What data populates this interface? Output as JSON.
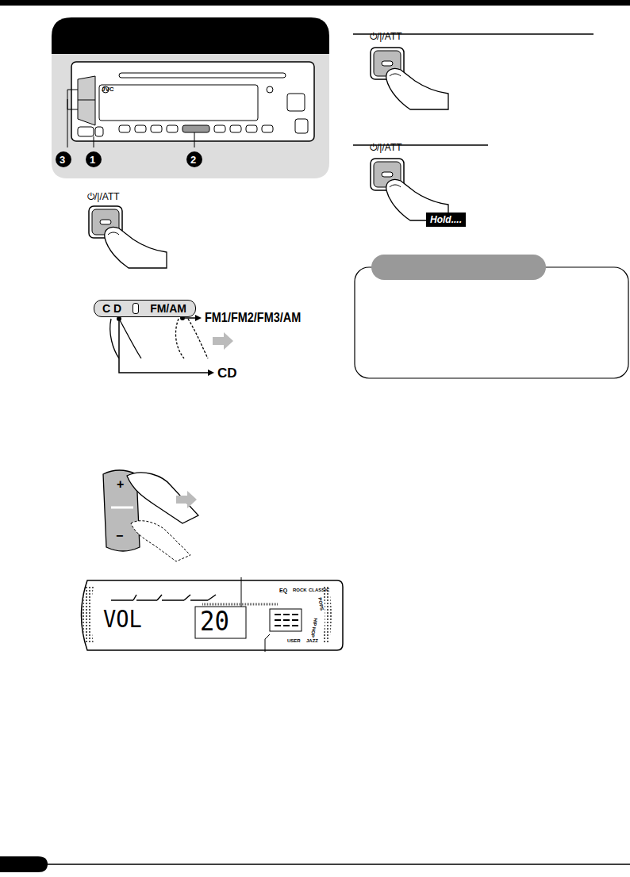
{
  "diagram": {
    "nodes": [
      {
        "text": [
          "C D",
          "FM/AM"
        ]
      },
      {
        "text": [
          "Hold...."
        ]
      }
    ],
    "labels": [
      "3",
      "1",
      "2",
      "JVC",
      "⏻/|/ATT",
      "⏻/|/ATT",
      "⏻/|/ATT",
      "FM1/FM2/FM3/AM",
      "CD",
      "+",
      "−",
      "VOL",
      "20",
      "EQ",
      "ROCK",
      "CLASSIC",
      "POPS",
      "HIP HOP",
      "USER",
      "JAZZ"
    ]
  }
}
